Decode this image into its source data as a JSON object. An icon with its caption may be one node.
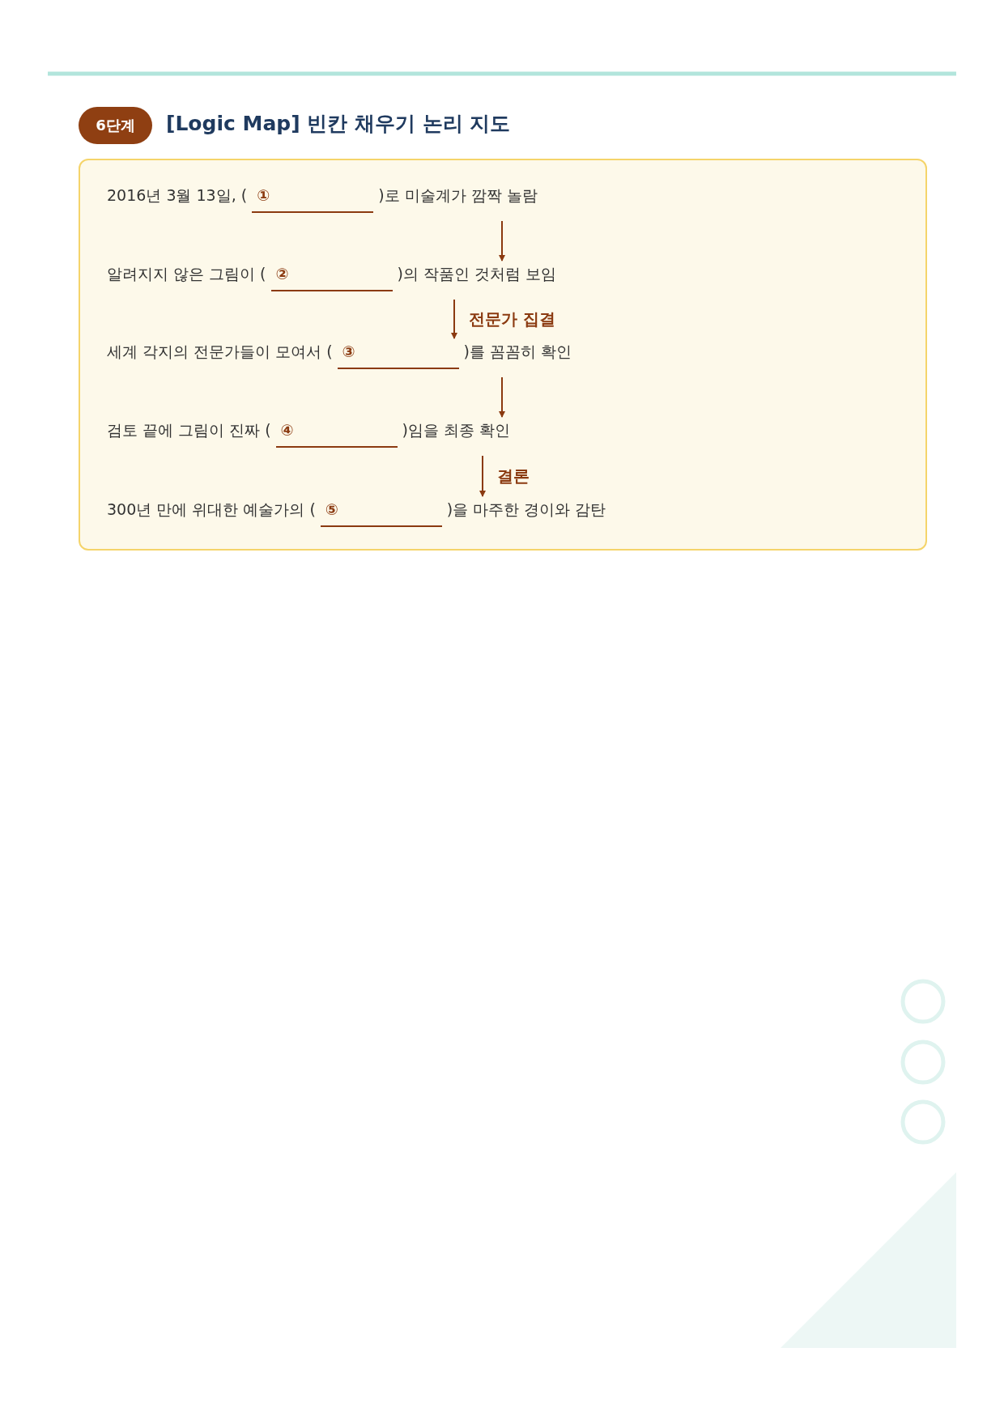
{
  "diagram": {
    "title": "[Logic Map] 빈칸 채우기 논리 지도",
    "nodes": [
      {
        "text": [
          "6단계"
        ]
      },
      {
        "text": [],
        "shape": "box"
      },
      {
        "text": [
          "2016년 3월 13일, (",
          "①",
          ")로 미술계가 깜짝 놀람"
        ],
        "in": 1
      },
      {
        "text": [
          "알려지지 않은 그림이 (",
          "②",
          ")의 작품인 것처럼 보임"
        ],
        "in": 1
      },
      {
        "text": [
          "세계 각지의 전문가들이 모여서 (",
          "③",
          ")를 꼼꼼히 확인"
        ],
        "in": 1
      },
      {
        "text": [
          "검토 끝에 그림이 진짜 (",
          "④",
          ")임을 최종 확인"
        ],
        "in": 1
      },
      {
        "text": [
          "300년 만에 위대한 예술가의 (",
          "⑤",
          ")을 마주한 경이와 감탄"
        ],
        "in": 1
      }
    ],
    "edges": [
      {
        "from": 2,
        "to": 3,
        "arrow": "to"
      },
      {
        "from": 3,
        "to": 4,
        "arrow": "to",
        "label": "전문가 집결"
      },
      {
        "from": 4,
        "to": 5,
        "arrow": "to"
      },
      {
        "from": 5,
        "to": 6,
        "arrow": "to",
        "label": "결론"
      }
    ]
  }
}
